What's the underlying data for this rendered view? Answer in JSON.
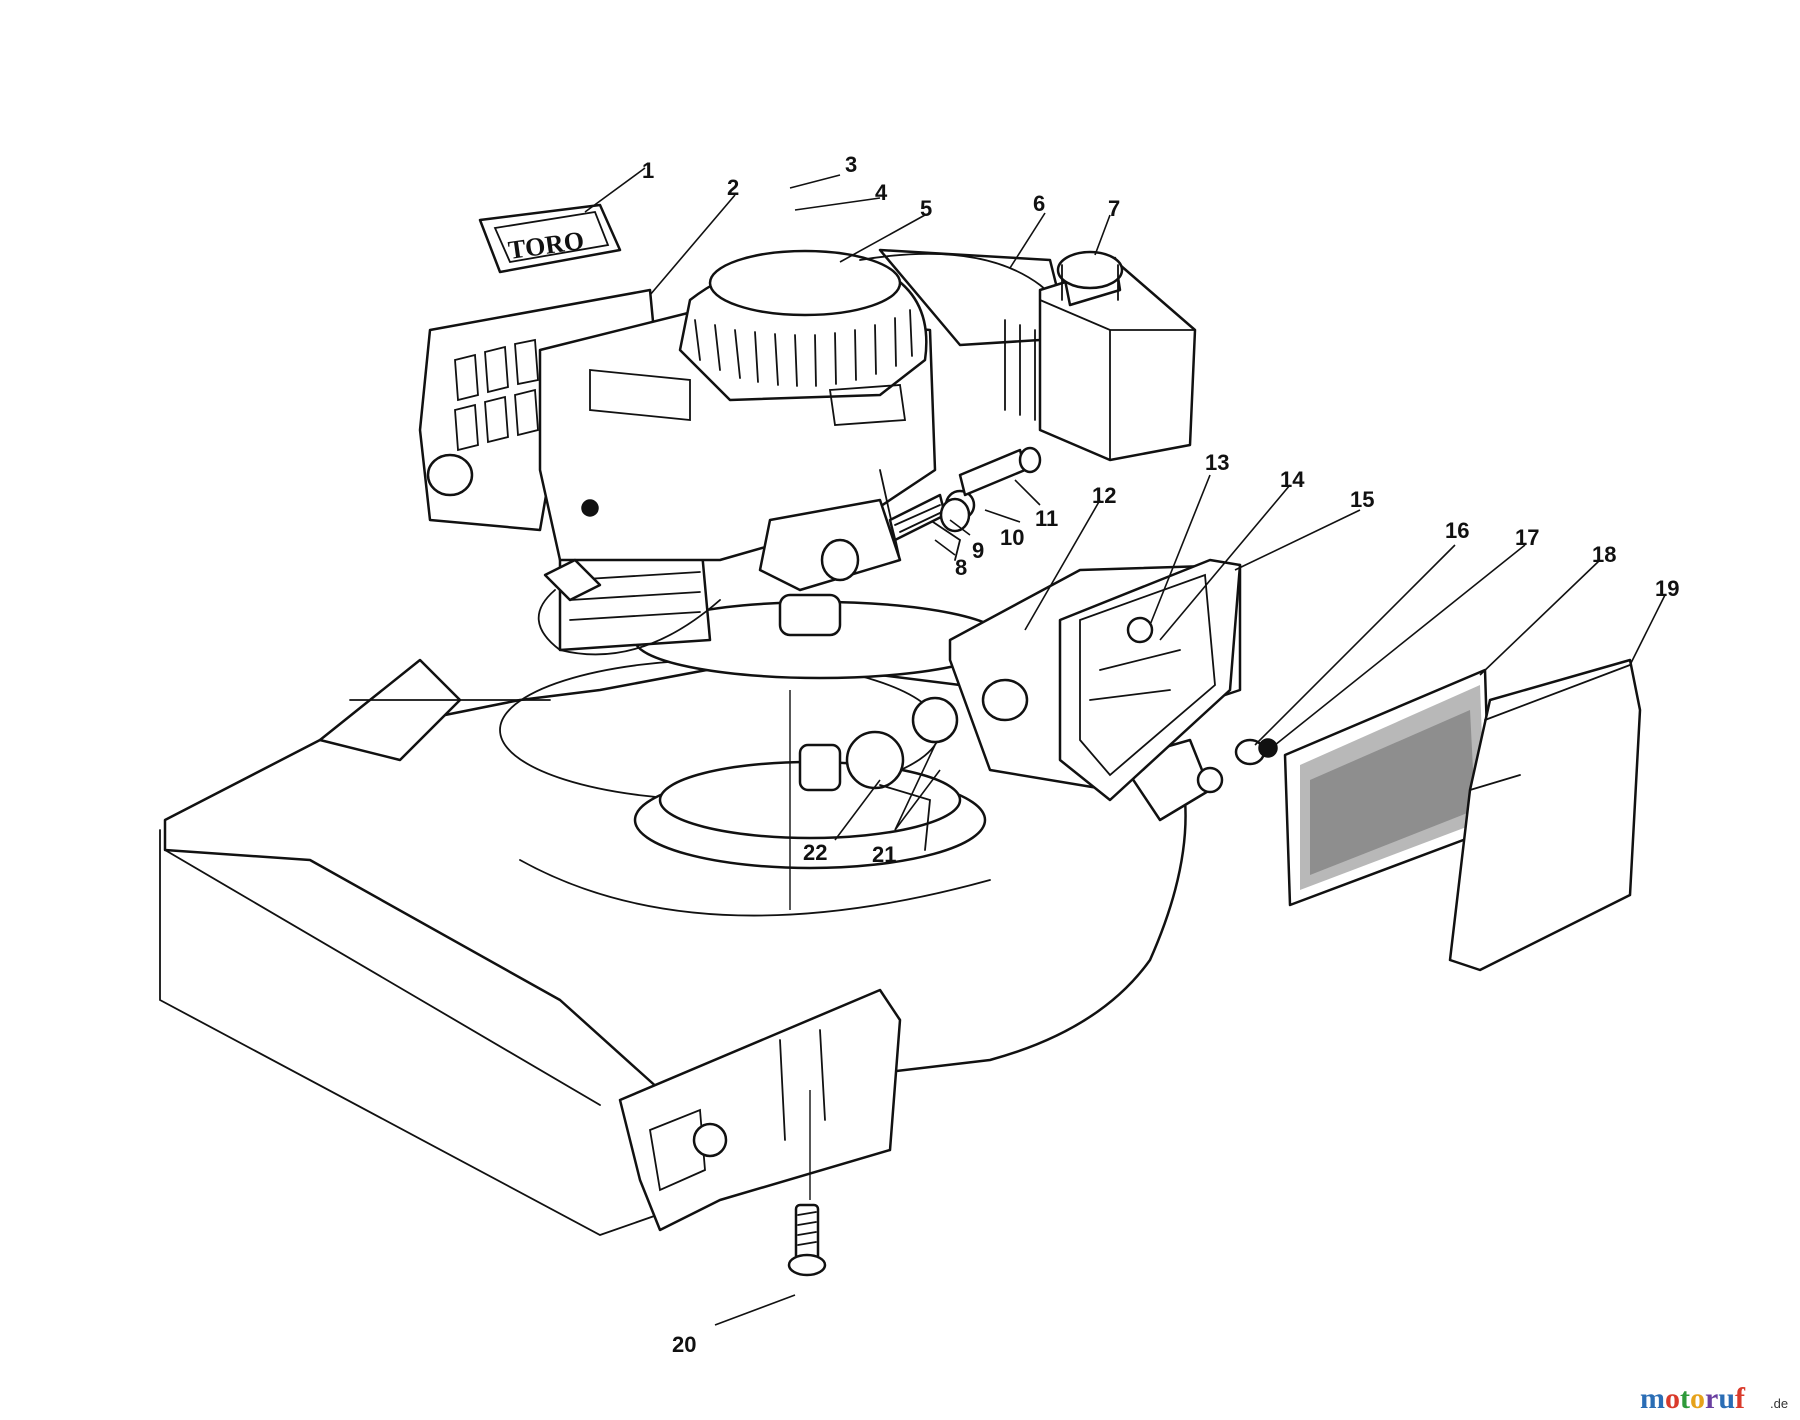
{
  "badge_text": "TORO",
  "callouts": [
    {
      "id": "1",
      "label": "1"
    },
    {
      "id": "2",
      "label": "2"
    },
    {
      "id": "3",
      "label": "3"
    },
    {
      "id": "4",
      "label": "4"
    },
    {
      "id": "5",
      "label": "5"
    },
    {
      "id": "6",
      "label": "6"
    },
    {
      "id": "7",
      "label": "7"
    },
    {
      "id": "8",
      "label": "8"
    },
    {
      "id": "9",
      "label": "9"
    },
    {
      "id": "10",
      "label": "10"
    },
    {
      "id": "11",
      "label": "11"
    },
    {
      "id": "12",
      "label": "12"
    },
    {
      "id": "13",
      "label": "13"
    },
    {
      "id": "14",
      "label": "14"
    },
    {
      "id": "15",
      "label": "15"
    },
    {
      "id": "16",
      "label": "16"
    },
    {
      "id": "17",
      "label": "17"
    },
    {
      "id": "18",
      "label": "18"
    },
    {
      "id": "19",
      "label": "19"
    },
    {
      "id": "20",
      "label": "20"
    },
    {
      "id": "21",
      "label": "21"
    },
    {
      "id": "22",
      "label": "22"
    }
  ],
  "watermark": {
    "name": "motoruf",
    "suffix": ".de",
    "colors": [
      "#2a6db5",
      "#d93a2b",
      "#2e9a3a",
      "#e6a21a",
      "#6a3fa0",
      "#2a6db5",
      "#d93a2b"
    ]
  }
}
